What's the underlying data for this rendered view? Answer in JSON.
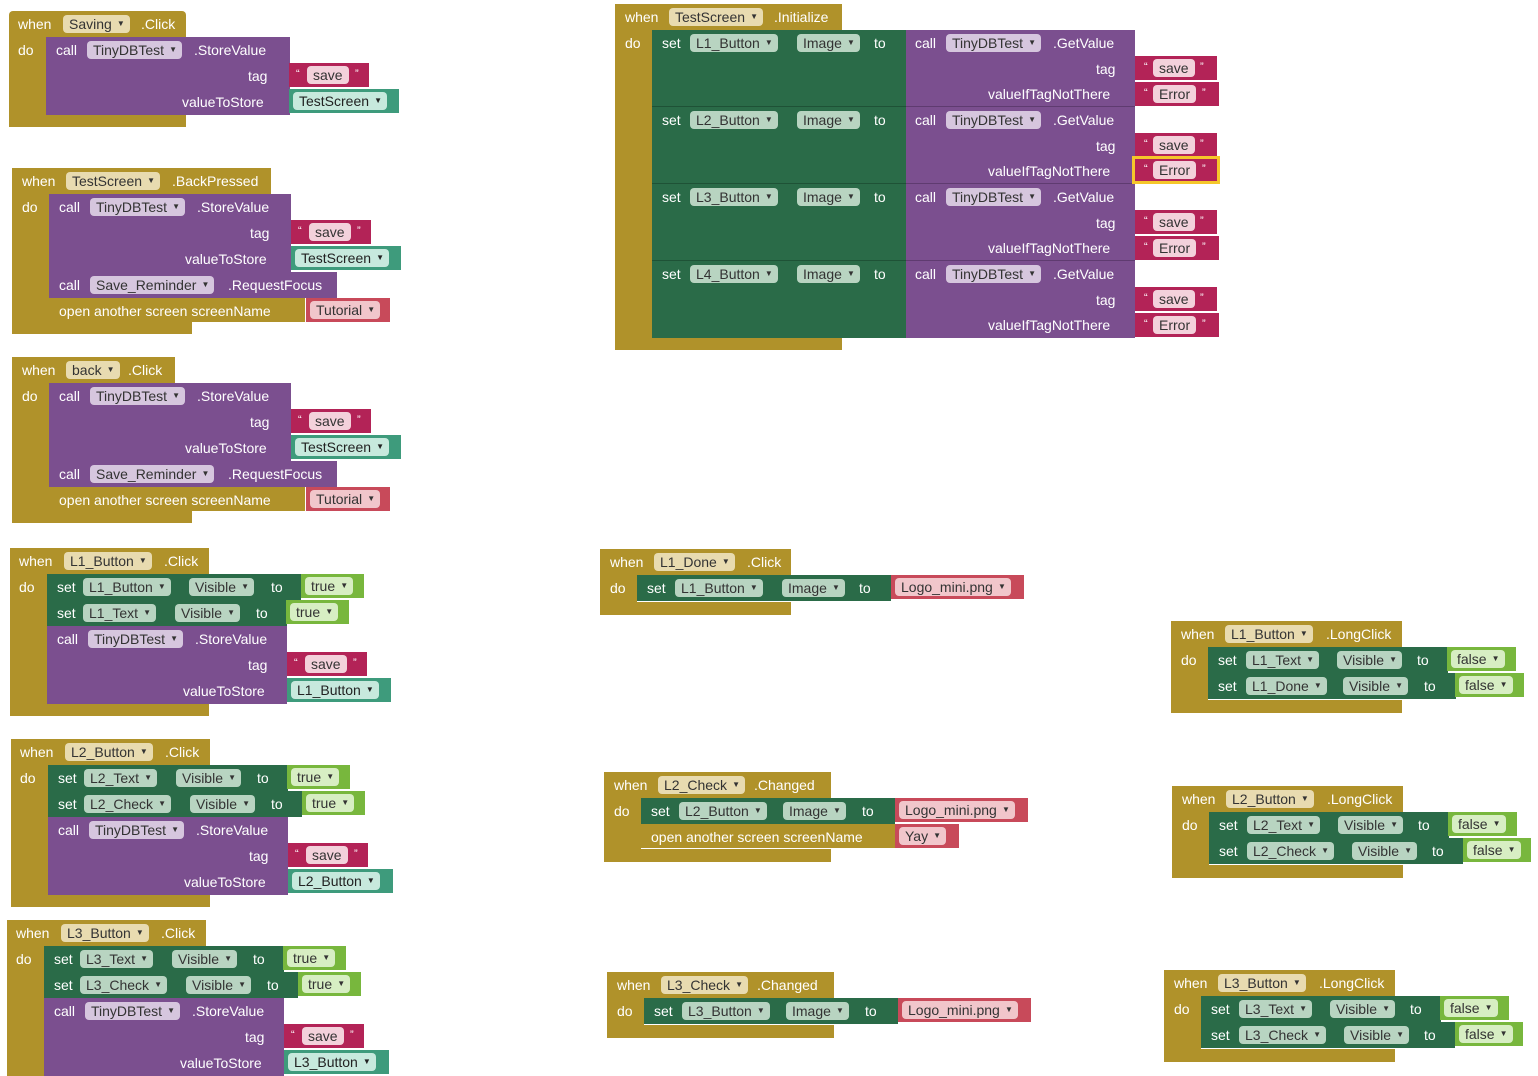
{
  "kw": {
    "when": "when",
    "do": "do",
    "call": "call",
    "set": "set",
    "to": "to",
    "tag": "tag",
    "valueToStore": "valueToStore",
    "valueIfTagNotThere": "valueIfTagNotThere",
    "open_screen": "open another screen  screenName",
    "quote_open": "“",
    "quote_close": "”"
  },
  "events": {
    "saving_click": {
      "component": "Saving",
      "event": ".Click",
      "db": "TinyDBTest",
      "method": ".StoreValue",
      "tag": "save",
      "value": "TestScreen"
    },
    "backpressed": {
      "component": "TestScreen",
      "event": ".BackPressed",
      "db": "TinyDBTest",
      "method": ".StoreValue",
      "tag": "save",
      "value": "TestScreen",
      "focus_comp": "Save_Reminder",
      "focus_method": ".RequestFocus",
      "screen": "Tutorial"
    },
    "back_click": {
      "component": "back",
      "event": ".Click",
      "db": "TinyDBTest",
      "method": ".StoreValue",
      "tag": "save",
      "value": "TestScreen",
      "focus_comp": "Save_Reminder",
      "focus_method": ".RequestFocus",
      "screen": "Tutorial"
    },
    "l1_click": {
      "component": "L1_Button",
      "event": ".Click",
      "s1_comp": "L1_Button",
      "s1_prop": "Visible",
      "s1_val": "true",
      "s2_comp": "L1_Text",
      "s2_prop": "Visible",
      "s2_val": "true",
      "db": "TinyDBTest",
      "method": ".StoreValue",
      "tag": "save",
      "value": "L1_Button"
    },
    "l2_click": {
      "component": "L2_Button",
      "event": ".Click",
      "s1_comp": "L2_Text",
      "s1_prop": "Visible",
      "s1_val": "true",
      "s2_comp": "L2_Check",
      "s2_prop": "Visible",
      "s2_val": "true",
      "db": "TinyDBTest",
      "method": ".StoreValue",
      "tag": "save",
      "value": "L2_Button"
    },
    "l3_click": {
      "component": "L3_Button",
      "event": ".Click",
      "s1_comp": "L3_Text",
      "s1_prop": "Visible",
      "s1_val": "true",
      "s2_comp": "L3_Check",
      "s2_prop": "Visible",
      "s2_val": "true",
      "db": "TinyDBTest",
      "method": ".StoreValue",
      "tag": "save",
      "value": "L3_Button"
    },
    "init": {
      "component": "TestScreen",
      "event": ".Initialize",
      "db": "TinyDBTest",
      "method": ".GetValue",
      "prop": "Image",
      "rows": [
        {
          "comp": "L1_Button",
          "tag": "save",
          "def": "Error"
        },
        {
          "comp": "L2_Button",
          "tag": "save",
          "def": "Error"
        },
        {
          "comp": "L3_Button",
          "tag": "save",
          "def": "Error"
        },
        {
          "comp": "L4_Button",
          "tag": "save",
          "def": "Error"
        }
      ]
    },
    "l1_done": {
      "component": "L1_Done",
      "event": ".Click",
      "s_comp": "L1_Button",
      "s_prop": "Image",
      "s_val": "Logo_mini.png"
    },
    "l2_check": {
      "component": "L2_Check",
      "event": ".Changed",
      "s_comp": "L2_Button",
      "s_prop": "Image",
      "s_val": "Logo_mini.png",
      "screen": "Yay"
    },
    "l3_check": {
      "component": "L3_Check",
      "event": ".Changed",
      "s_comp": "L3_Button",
      "s_prop": "Image",
      "s_val": "Logo_mini.png"
    },
    "l1_long": {
      "component": "L1_Button",
      "event": ".LongClick",
      "s1_comp": "L1_Text",
      "s1_prop": "Visible",
      "s1_val": "false",
      "s2_comp": "L1_Done",
      "s2_prop": "Visible",
      "s2_val": "false"
    },
    "l2_long": {
      "component": "L2_Button",
      "event": ".LongClick",
      "s1_comp": "L2_Text",
      "s1_prop": "Visible",
      "s1_val": "false",
      "s2_comp": "L2_Check",
      "s2_prop": "Visible",
      "s2_val": "false"
    },
    "l3_long": {
      "component": "L3_Button",
      "event": ".LongClick",
      "s1_comp": "L3_Text",
      "s1_prop": "Visible",
      "s1_val": "false",
      "s2_comp": "L3_Check",
      "s2_prop": "Visible",
      "s2_val": "false"
    }
  },
  "selected_block": "init.rows.1.def",
  "colors": {
    "control": "#b0922a",
    "procedure": "#7b4f8f",
    "setter": "#2a6b48",
    "text": "#b32357",
    "component": "#3e9b7c",
    "logic": "#78b73d",
    "screen_name": "#c84a5a",
    "selection": "#f5c72a"
  }
}
